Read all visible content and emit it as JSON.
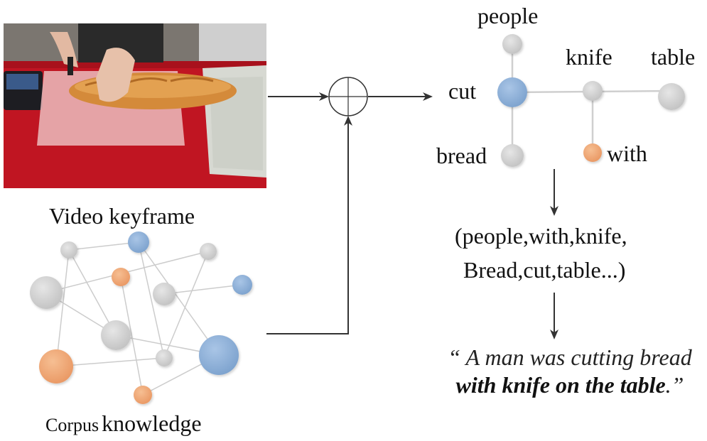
{
  "labels": {
    "video_keyframe": "Video keyframe",
    "corpus_prefix": "Corpus",
    "corpus_suffix": "knowledge"
  },
  "graph": {
    "nodes": {
      "people": "people",
      "cut": "cut",
      "bread": "bread",
      "knife": "knife",
      "table": "table",
      "with": "with"
    }
  },
  "tuple": {
    "line1": "(people,with,knife,",
    "line2": "Bread,cut,table...)"
  },
  "sentence": {
    "open_quote": "“",
    "plain1": " A man was cutting bread ",
    "bold": "with knife on the table",
    "close": ".”"
  },
  "colors": {
    "gray_node": "#cfcfcf",
    "blue_node": "#8fb1d6",
    "orange_node": "#f0a877",
    "edge": "#c8c8c8",
    "arrow": "#333333"
  },
  "icons": {
    "combine": "circled-plus-icon"
  }
}
